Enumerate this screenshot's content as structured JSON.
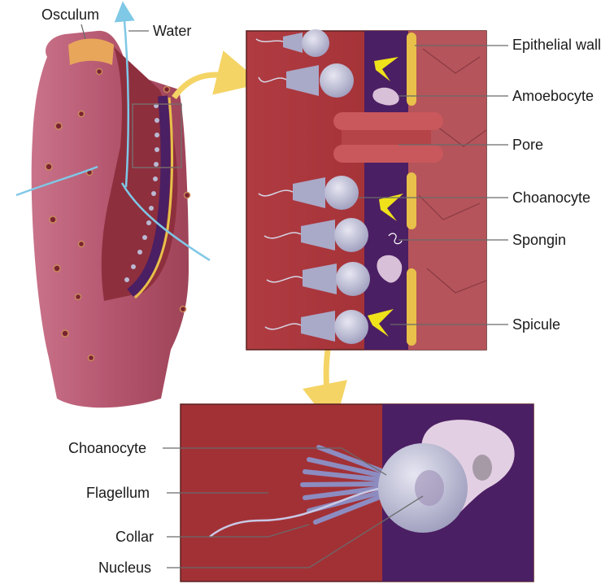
{
  "labels": {
    "osculum": "Osculum",
    "water": "Water",
    "epithelial_wall": "Epithelial wall",
    "amoebocyte": "Amoebocyte",
    "pore": "Pore",
    "choanocyte_mid": "Choanocyte",
    "spongin": "Spongin",
    "spicule": "Spicule",
    "choanocyte_bottom": "Choanocyte",
    "flagellum": "Flagellum",
    "collar": "Collar",
    "nucleus": "Nucleus"
  },
  "colors": {
    "sponge_body": "#b5566f",
    "sponge_inner": "#8e2f3e",
    "panel_bg": "#a8353a",
    "mesohyl": "#4b1f63",
    "epithelium": "#e8c04a",
    "choanocyte": "#b9b9d2",
    "spicule": "#efe21a",
    "water_arrow": "#7fc8e6",
    "connector_arrow": "#f4d465"
  }
}
